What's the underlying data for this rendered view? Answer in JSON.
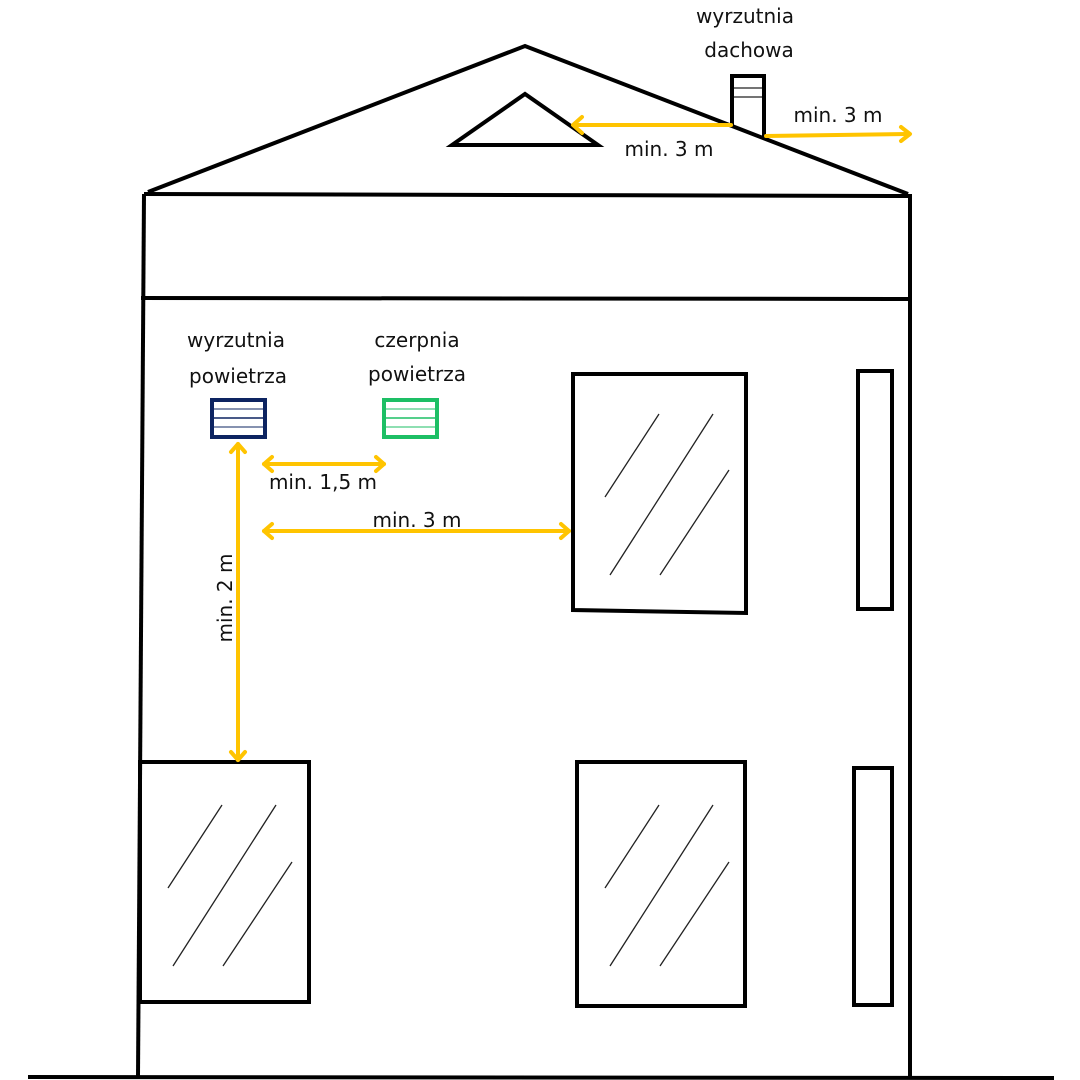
{
  "colors": {
    "outline": "#000000",
    "arrow": "#ffc400",
    "exhaust_vent": "#0d2461",
    "intake_vent": "#1dbf65"
  },
  "labels": {
    "roof_vent_line1": "wyrzutnia",
    "roof_vent_line2": "dachowa",
    "roof_left_distance": "min. 3 m",
    "roof_right_distance": "min. 3 m",
    "exhaust_line1": "wyrzutnia",
    "exhaust_line2": "powietrza",
    "intake_line1": "czerpnia",
    "intake_line2": "powietrza",
    "exhaust_intake_distance": "min. 1,5 m",
    "exhaust_window_distance": "min. 3 m",
    "exhaust_vertical_distance": "min. 2 m"
  }
}
